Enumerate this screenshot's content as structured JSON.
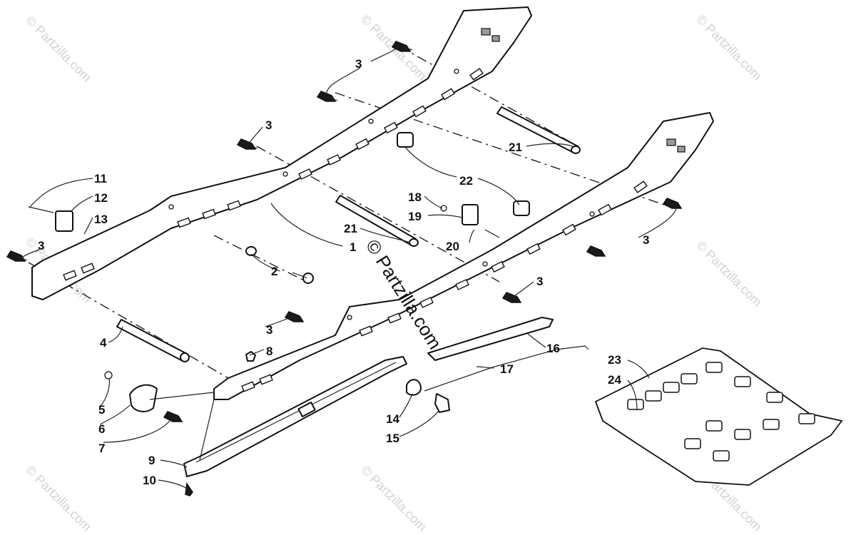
{
  "diagram": {
    "callouts": [
      "3",
      "3",
      "3",
      "3",
      "3",
      "3",
      "3",
      "21",
      "22",
      "21",
      "11",
      "12",
      "13",
      "18",
      "19",
      "20",
      "1",
      "2",
      "4",
      "8",
      "5",
      "6",
      "7",
      "9",
      "10",
      "14",
      "15",
      "16",
      "17",
      "23",
      "24"
    ],
    "watermark": "© Partzilla.com",
    "center_watermark": "© Partzilla.com"
  }
}
